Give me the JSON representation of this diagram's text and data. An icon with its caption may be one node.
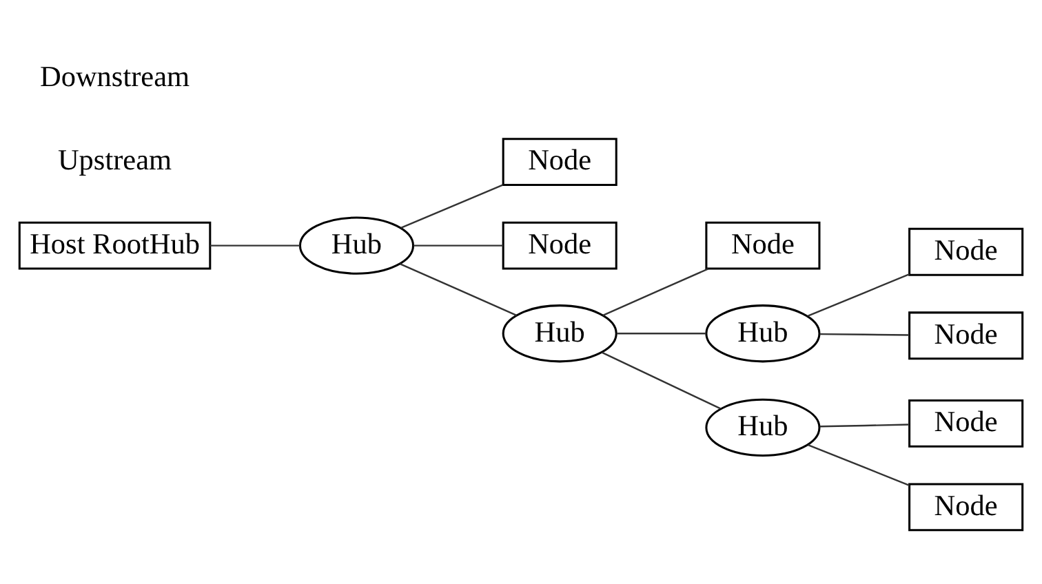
{
  "diagram": {
    "nodes": [
      {
        "text": [
          "Host RootHub"
        ]
      },
      {
        "text": [
          "Hub"
        ]
      },
      {
        "text": [
          "Node"
        ]
      },
      {
        "text": [
          "Node"
        ]
      },
      {
        "text": [
          "Hub"
        ]
      },
      {
        "text": [
          "Node"
        ]
      },
      {
        "text": [
          "Hub"
        ]
      },
      {
        "text": [
          "Node"
        ]
      },
      {
        "text": [
          "Node"
        ]
      },
      {
        "text": [
          "Hub"
        ]
      },
      {
        "text": [
          "Node"
        ]
      },
      {
        "text": [
          "Node"
        ]
      }
    ],
    "edges": [
      {
        "from": 0,
        "to": 1,
        "arrow": "none"
      },
      {
        "from": 1,
        "to": 2,
        "arrow": "none"
      },
      {
        "from": 1,
        "to": 3,
        "arrow": "none"
      },
      {
        "from": 1,
        "to": 4,
        "arrow": "none"
      },
      {
        "from": 4,
        "to": 5,
        "arrow": "none"
      },
      {
        "from": 4,
        "to": 6,
        "arrow": "none"
      },
      {
        "from": 4,
        "to": 9,
        "arrow": "none"
      },
      {
        "from": 6,
        "to": 7,
        "arrow": "none"
      },
      {
        "from": 6,
        "to": 8,
        "arrow": "none"
      },
      {
        "from": 9,
        "to": 10,
        "arrow": "none"
      },
      {
        "from": 9,
        "to": 11,
        "arrow": "none"
      }
    ],
    "labels": [
      "Upstream",
      "Downstream"
    ]
  }
}
